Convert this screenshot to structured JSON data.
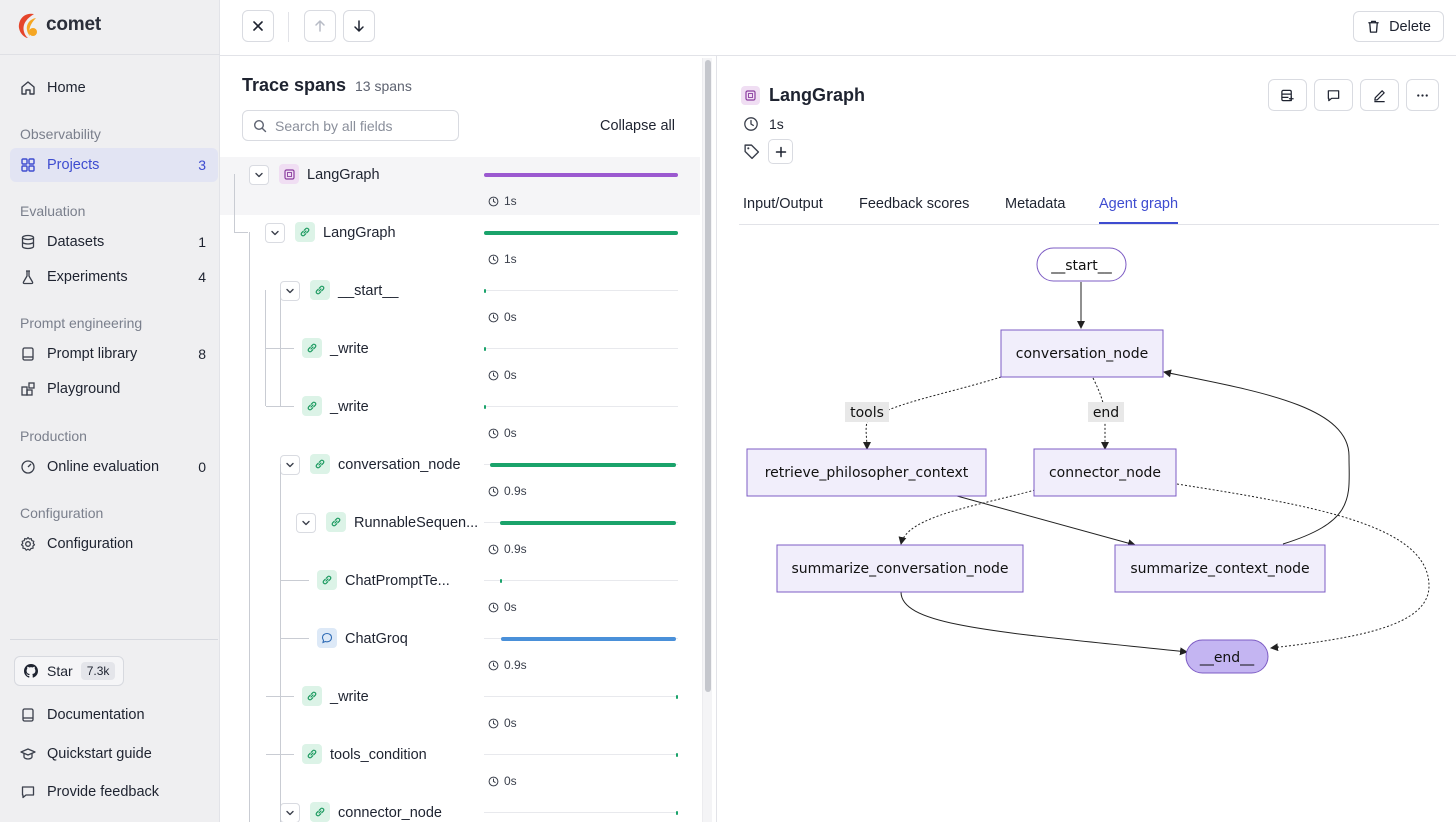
{
  "app": {
    "name": "comet"
  },
  "sidebar": {
    "home": "Home",
    "sections": {
      "observability": "Observability",
      "evaluation": "Evaluation",
      "prompt_engineering": "Prompt engineering",
      "production": "Production",
      "configuration": "Configuration"
    },
    "items": [
      {
        "label": "Projects",
        "count": "3"
      },
      {
        "label": "Datasets",
        "count": "1"
      },
      {
        "label": "Experiments",
        "count": "4"
      },
      {
        "label": "Prompt library",
        "count": "8"
      },
      {
        "label": "Playground",
        "count": ""
      },
      {
        "label": "Online evaluation",
        "count": "0"
      },
      {
        "label": "Configuration",
        "count": ""
      }
    ],
    "star": {
      "label": "Star",
      "count": "7.3k"
    },
    "footer": {
      "documentation": "Documentation",
      "quickstart": "Quickstart guide",
      "feedback": "Provide feedback"
    }
  },
  "topbar": {
    "delete_label": "Delete"
  },
  "trace": {
    "title": "Trace spans",
    "count_label": "13 spans",
    "search_placeholder": "Search by all fields",
    "collapse_all": "Collapse all",
    "spans": [
      {
        "name": "LangGraph",
        "duration": "1s",
        "type": "graph",
        "level": 0,
        "bar_start": 0.0,
        "bar_fraction": 1.0,
        "bar_color": "#9b59d0"
      },
      {
        "name": "LangGraph",
        "duration": "1s",
        "type": "link",
        "level": 1,
        "bar_start": 0.0,
        "bar_fraction": 1.0,
        "bar_color": "#1aa36b"
      },
      {
        "name": "__start__",
        "duration": "0s",
        "type": "link",
        "level": 2,
        "bar_start": 0.0,
        "bar_fraction": 0.01,
        "bar_color": "#1aa36b"
      },
      {
        "name": "_write",
        "duration": "0s",
        "type": "link",
        "level": 3,
        "bar_start": 0.0,
        "bar_fraction": 0.01,
        "bar_color": "#1aa36b"
      },
      {
        "name": "_write",
        "duration": "0s",
        "type": "link",
        "level": 3,
        "bar_start": 0.0,
        "bar_fraction": 0.01,
        "bar_color": "#1aa36b"
      },
      {
        "name": "conversation_node",
        "duration": "0.9s",
        "type": "link",
        "level": 2,
        "bar_start": 0.03,
        "bar_fraction": 0.96,
        "bar_color": "#1aa36b"
      },
      {
        "name": "RunnableSequen...",
        "duration": "0.9s",
        "type": "link",
        "level": 3,
        "bar_start": 0.08,
        "bar_fraction": 0.91,
        "bar_color": "#1aa36b"
      },
      {
        "name": "ChatPromptTe...",
        "duration": "0s",
        "type": "link",
        "level": 4,
        "bar_start": 0.08,
        "bar_fraction": 0.01,
        "bar_color": "#1aa36b"
      },
      {
        "name": "ChatGroq",
        "duration": "0.9s",
        "type": "llm",
        "level": 4,
        "bar_start": 0.09,
        "bar_fraction": 0.9,
        "bar_color": "#4a90d9"
      },
      {
        "name": "_write",
        "duration": "0s",
        "type": "link",
        "level": 3,
        "bar_start": 0.99,
        "bar_fraction": 0.01,
        "bar_color": "#1aa36b"
      },
      {
        "name": "tools_condition",
        "duration": "0s",
        "type": "link",
        "level": 3,
        "bar_start": 0.99,
        "bar_fraction": 0.01,
        "bar_color": "#1aa36b"
      },
      {
        "name": "connector_node",
        "duration": "",
        "type": "link",
        "level": 2,
        "bar_start": 0.99,
        "bar_fraction": 0.01,
        "bar_color": "#1aa36b"
      }
    ]
  },
  "detail": {
    "title": "LangGraph",
    "duration": "1s",
    "tabs": [
      "Input/Output",
      "Feedback scores",
      "Metadata",
      "Agent graph"
    ],
    "active_tab": "Agent graph",
    "graph": {
      "nodes": {
        "start": "__start__",
        "conversation": "conversation_node",
        "retrieve": "retrieve_philosopher_context",
        "connector": "connector_node",
        "summarize_conv": "summarize_conversation_node",
        "summarize_ctx": "summarize_context_node",
        "end": "__end__"
      },
      "edge_labels": {
        "tools": "tools",
        "end": "end"
      }
    }
  }
}
